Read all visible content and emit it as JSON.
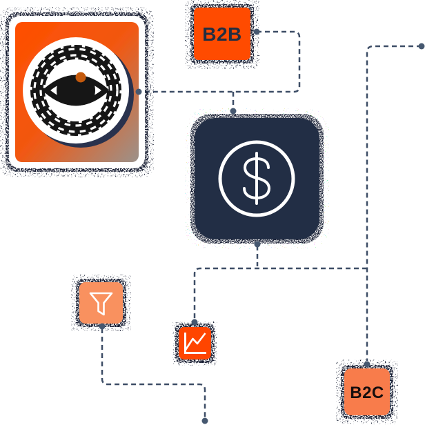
{
  "diagram": {
    "background": "#ffffff",
    "nodes": {
      "logo": {
        "icon": "maze-eye-icon",
        "fill_top": "#ff4e00",
        "fill_bottom": "#9b928b",
        "ink": "#161616",
        "pupil_dot": "#c45a11"
      },
      "b2b": {
        "label": "B2B",
        "fill": "#ff4b00",
        "text_color": "#232d42"
      },
      "revenue": {
        "icon": "dollar-circle-icon",
        "fill": "#232e44",
        "icon_color": "#ffffff"
      },
      "funnel": {
        "icon": "funnel-icon",
        "fill": "#f9915e",
        "icon_color": "#ffffff"
      },
      "analytics": {
        "icon": "line-chart-icon",
        "fill": "#ff4502",
        "icon_color": "#ffffff"
      },
      "b2c": {
        "label": "B2C",
        "fill": "#f87b4c",
        "text_color": "#14100d"
      }
    },
    "connectors": {
      "style": "dashed",
      "color": "#3d4d66",
      "dot_color": "#465870"
    }
  }
}
